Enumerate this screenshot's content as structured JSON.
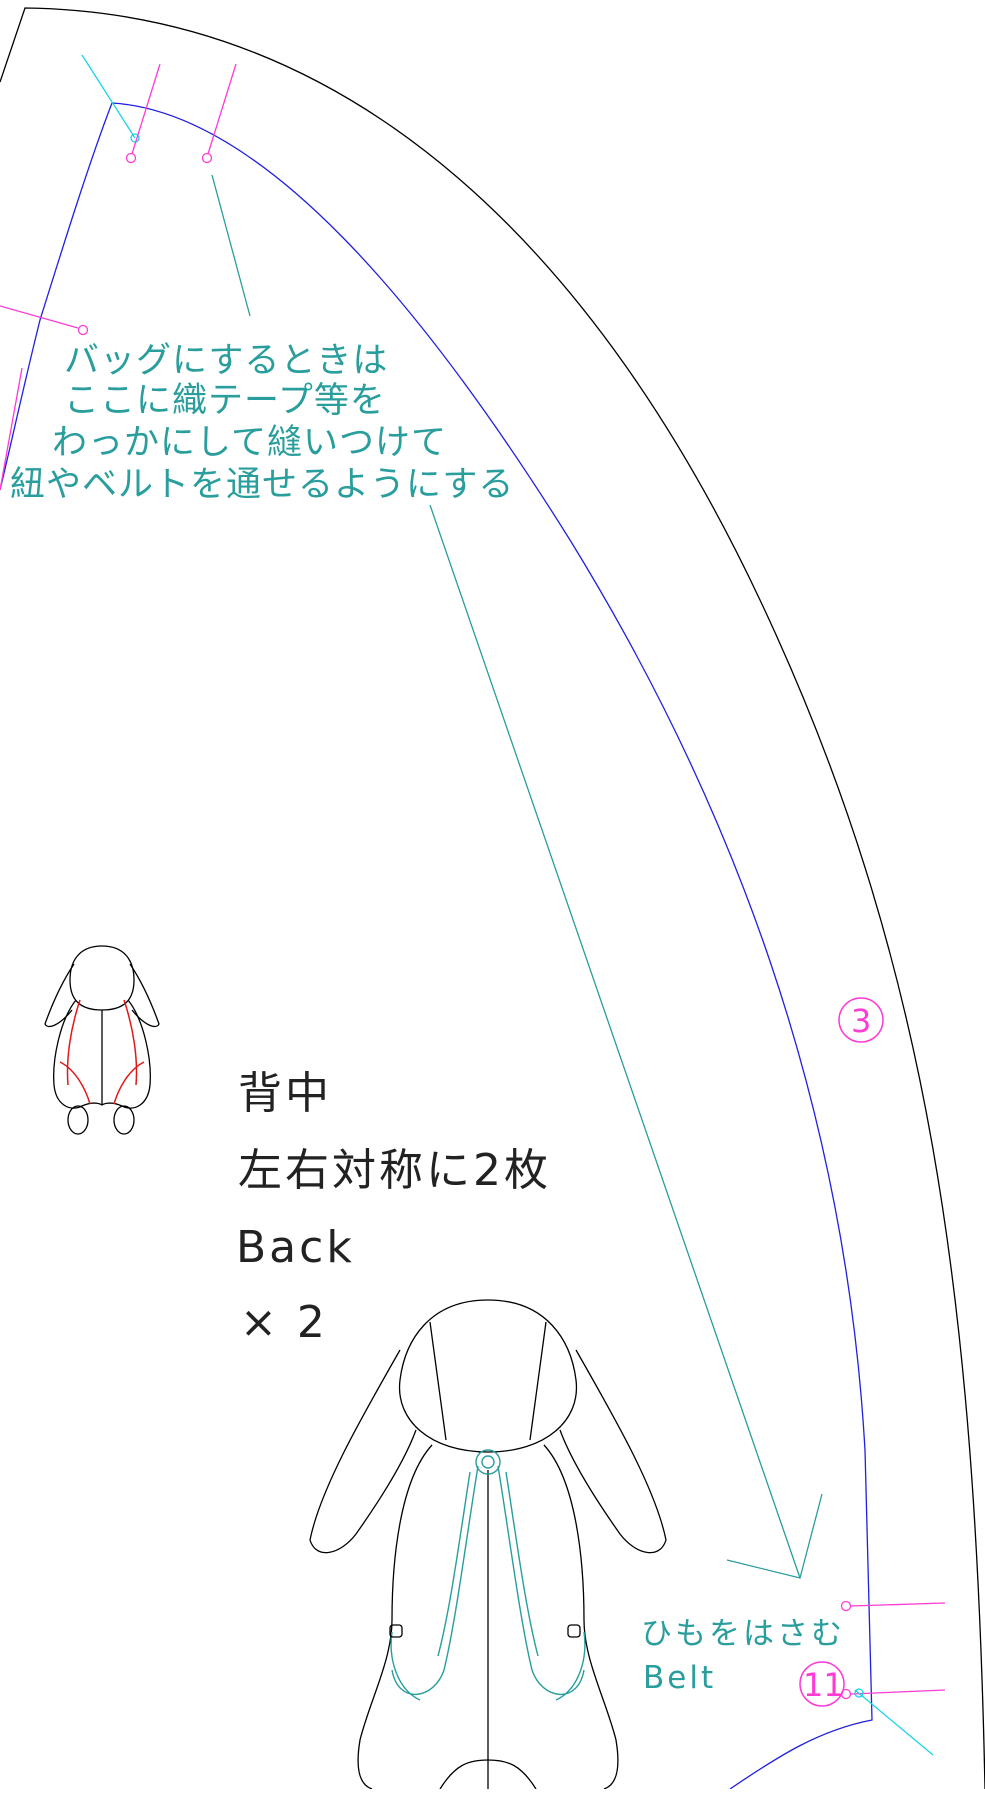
{
  "note": {
    "lines": [
      "バッグにするときは",
      "ここに織テープ等を",
      "わっかにして縫いつけて",
      "紐やベルトを通せるようにする"
    ]
  },
  "belt": {
    "jp": "ひもをはさむ",
    "en": "Belt"
  },
  "label": {
    "line1": "背中",
    "line2": "左右対称に2枚",
    "line3": "Back",
    "line4": "× 2"
  },
  "marks": {
    "m3": "3",
    "m11": "11"
  },
  "colors": {
    "outline": "#000000",
    "seam": "#2020e0",
    "annotation": "#2a9d9d",
    "marker": "#ff3bd6",
    "guide": "#19d3e8",
    "highlight": "#e01818"
  }
}
